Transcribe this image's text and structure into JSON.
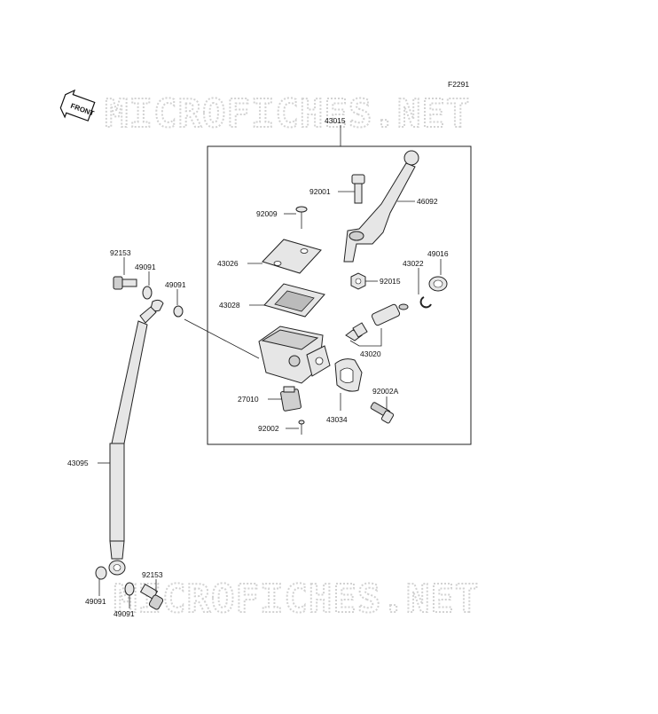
{
  "figure_code": "F2291",
  "front_label": "FRONT",
  "watermark": "MICROFICHES.NET",
  "parts": {
    "assembly": "43015",
    "p92001": "92001",
    "p46092": "46092",
    "p92009": "92009",
    "p43026": "43026",
    "p49016": "49016",
    "p43022": "43022",
    "p92015": "92015",
    "p43028": "43028",
    "p43020": "43020",
    "p27010": "27010",
    "p92002A": "92002A",
    "p43034": "43034",
    "p92002": "92002",
    "p92153_top": "92153",
    "p49091_top1": "49091",
    "p49091_top2": "49091",
    "p43095": "43095",
    "p92153_bottom": "92153",
    "p49091_bot1": "49091",
    "p49091_bot2": "49091"
  }
}
